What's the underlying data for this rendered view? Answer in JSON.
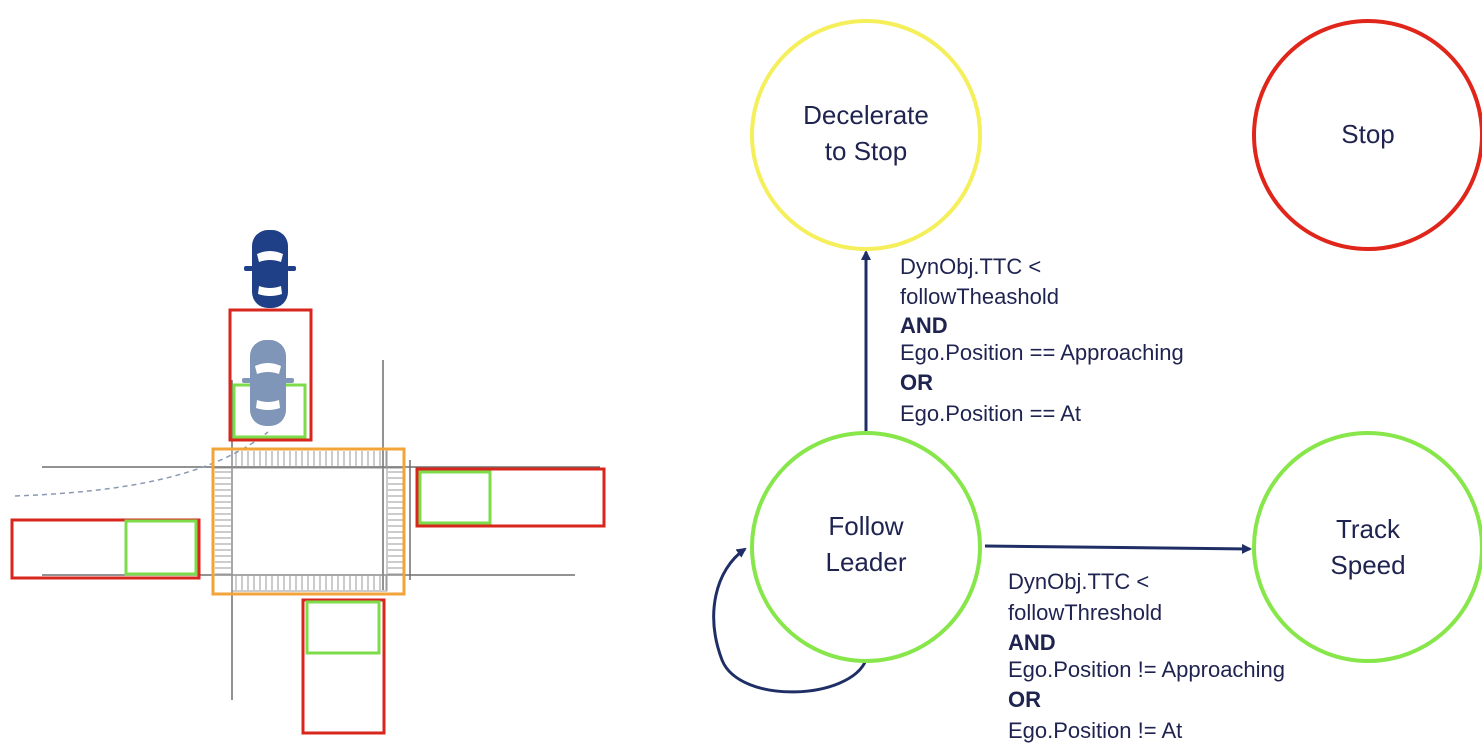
{
  "states": {
    "decelerate": {
      "line1": "Decelerate",
      "line2": "to Stop",
      "color": "#f4ef5a"
    },
    "stop": {
      "line1": "Stop",
      "color": "#e0261a"
    },
    "follow": {
      "line1": "Follow",
      "line2": "Leader",
      "color": "#86e64a"
    },
    "track": {
      "line1": "Track",
      "line2": "Speed",
      "color": "#86e64a"
    }
  },
  "transitions": {
    "follow_to_decelerate": {
      "lines": [
        "DynObj.TTC <",
        "followTheashold",
        "AND",
        "Ego.Position == Approaching",
        "OR",
        "Ego.Position == At"
      ]
    },
    "follow_to_track": {
      "lines": [
        "DynObj.TTC <",
        "followThreshold",
        "AND",
        "Ego.Position != Approaching",
        "OR",
        "Ego.Position != At"
      ]
    }
  },
  "colors": {
    "arrow": "#1f2f66",
    "zone_red": "#d9261c",
    "zone_green": "#7ddc4a",
    "intersection_orange": "#f2a33a",
    "lead_car": "#1f3f86",
    "ego_car": "#7f96b8"
  },
  "icons": {
    "lead_car": "car-top-view-icon",
    "ego_car": "car-top-view-icon"
  }
}
